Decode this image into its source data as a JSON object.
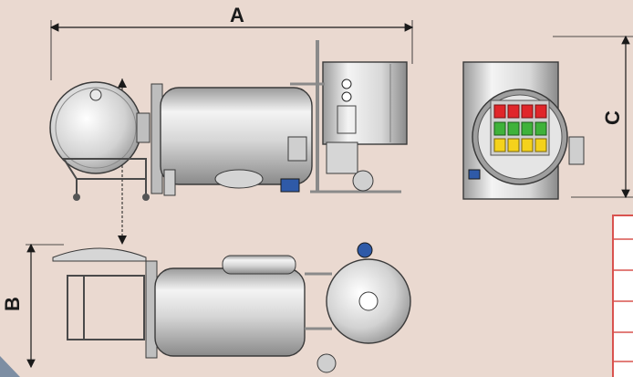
{
  "dimensions": {
    "a": "A",
    "b": "B",
    "c": "C"
  },
  "colors": {
    "background": "#ead9d0",
    "steel_light": "#f2f2f2",
    "steel_mid": "#bfbfbf",
    "steel_dark": "#7d7d7d",
    "outline": "#3a3a3a",
    "bottle_red": "#e0262a",
    "bottle_green": "#3fb23a",
    "bottle_yellow": "#f4d21c",
    "motor_blue": "#2f5aa8",
    "table_red": "#d9534f"
  }
}
